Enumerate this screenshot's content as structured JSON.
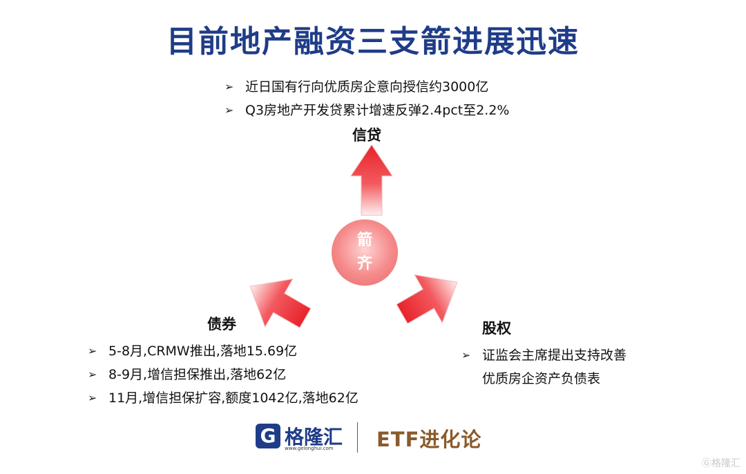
{
  "title": "目前地产融资三支箭进展迅速",
  "credit": {
    "label": "信贷",
    "bullets": [
      "近日国有行向优质房企意向授信约3000亿",
      "Q3房地产开发贷累计增速反弹2.4pct至2.2%"
    ]
  },
  "hub": {
    "line1": "箭",
    "line2": "齐"
  },
  "bond": {
    "label": "债券",
    "bullets": [
      "5-8月,CRMW推出,落地15.69亿",
      "8-9月,增信担保推出,落地62亿",
      "11月,增信担保扩容,额度1042亿,落地62亿"
    ]
  },
  "equity": {
    "label": "股权",
    "bullet_line1": "证监会主席提出支持改善",
    "bullet_line2": "优质房企资产负债表"
  },
  "bullet_glyph": "➢",
  "footer": {
    "logo_letter": "G",
    "logo_name": "格隆汇",
    "logo_url": "www.gelonghui.com",
    "partner": "ETF进化论"
  },
  "watermark": "Ⓖ格隆汇",
  "colors": {
    "title": "#1f3c88",
    "arrow": "#e8232a",
    "hub": "#f58a8a",
    "etf": "#8a5a2b"
  }
}
